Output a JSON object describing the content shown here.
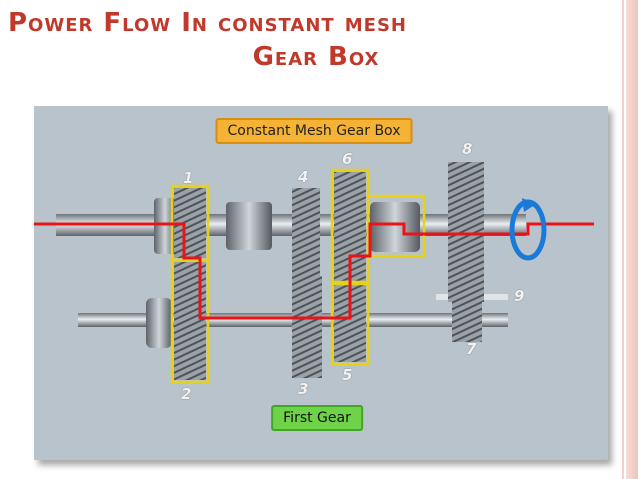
{
  "slide": {
    "title_line1": "Power Flow In constant mesh",
    "title_line2": "Gear Box"
  },
  "figure": {
    "top_label": "Constant Mesh Gear Box",
    "bottom_label": "First Gear",
    "gear_numbers": [
      "1",
      "2",
      "3",
      "4",
      "5",
      "6",
      "7",
      "8",
      "9"
    ]
  },
  "colors": {
    "title": "#c0392b",
    "power_flow_line": "#e8141a",
    "highlight_box": "#e6d21a",
    "top_label_bg": "#f5b335",
    "bottom_label_bg": "#6fd34a",
    "rotation_arrow": "#1a7ad9"
  }
}
